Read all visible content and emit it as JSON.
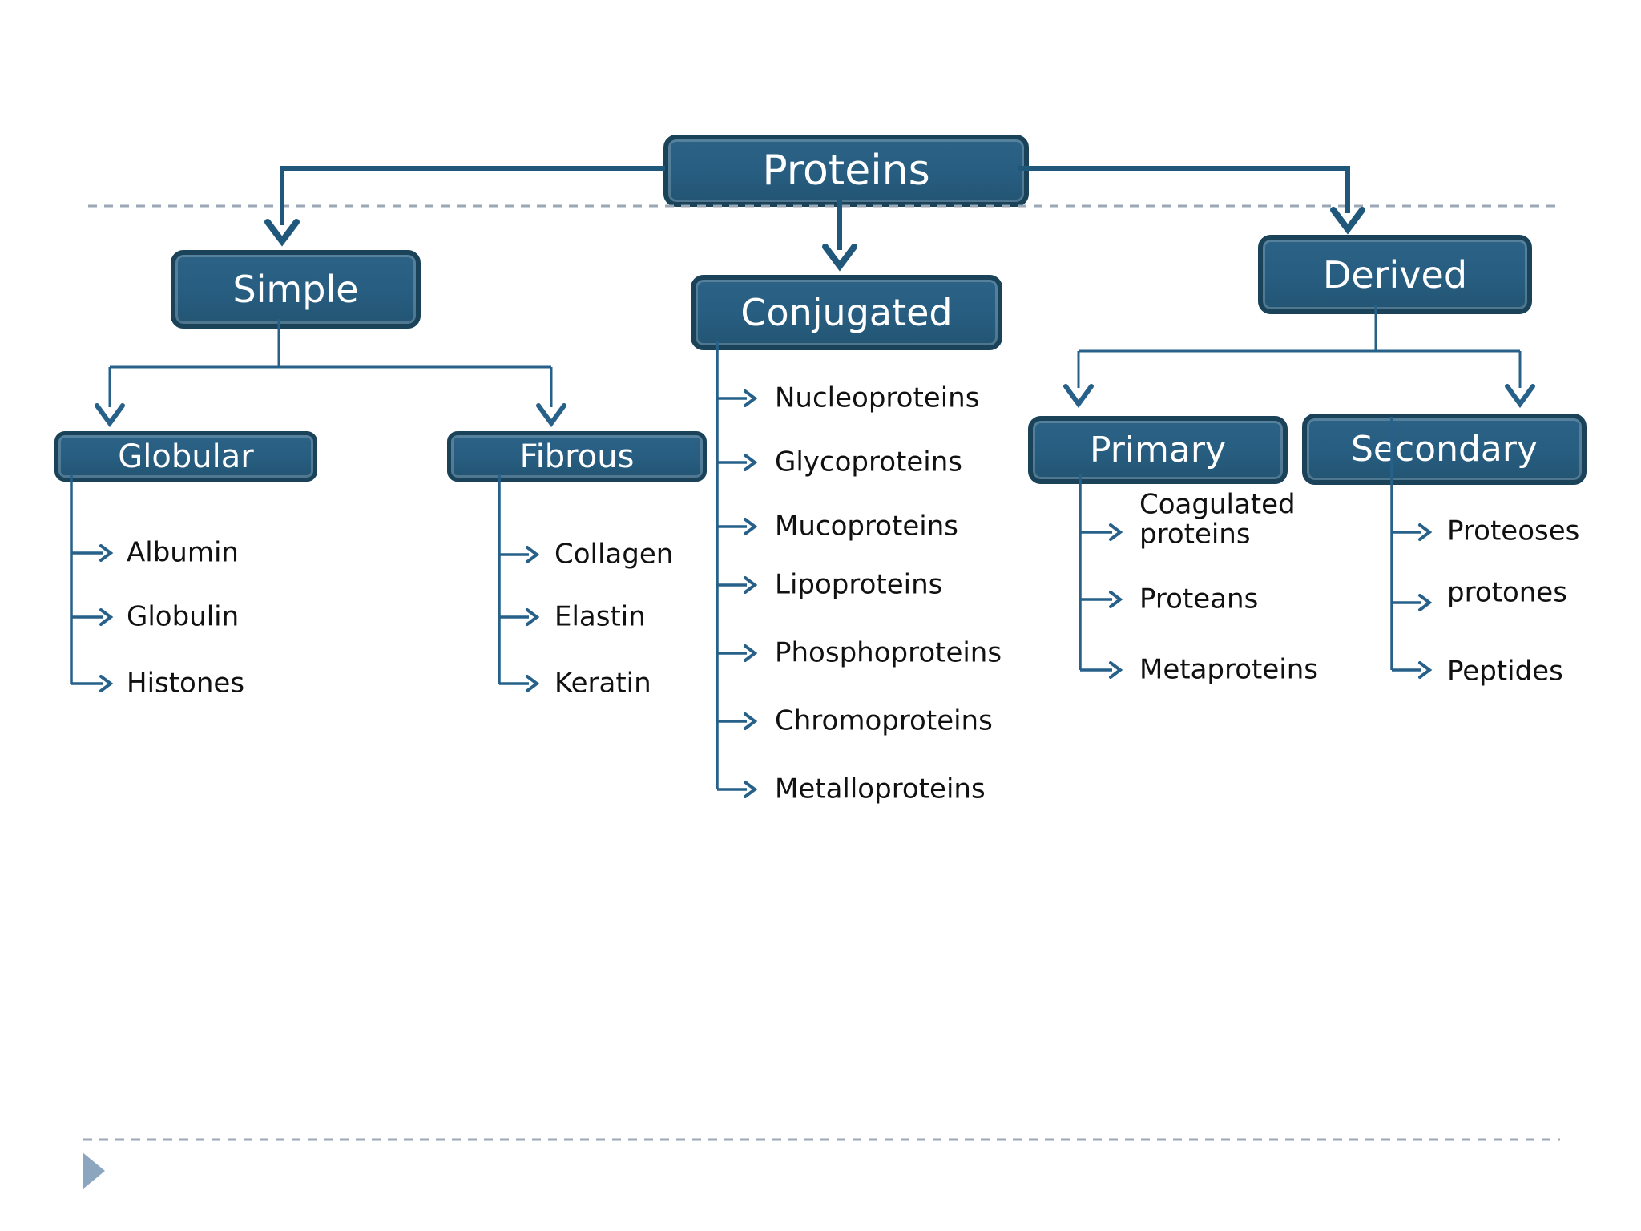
{
  "slide": {
    "root_label": "Proteins",
    "level1": {
      "simple": "Simple",
      "conjugated": "Conjugated",
      "derived": "Derived"
    },
    "level2": {
      "globular": "Globular",
      "fibrous": "Fibrous",
      "primary": "Primary",
      "secondary": "Secondary"
    },
    "lists": {
      "globular": [
        "Albumin",
        "Globulin",
        "Histones"
      ],
      "fibrous": [
        "Collagen",
        "Elastin",
        "Keratin"
      ],
      "conjugated": [
        "Nucleoproteins",
        "Glycoproteins",
        "Mucoproteins",
        "Lipoproteins",
        "Phosphoproteins",
        "Chromoproteins",
        "Metalloproteins"
      ],
      "primary": [
        "Coagulated proteins",
        "Proteans",
        "Metaproteins"
      ],
      "secondary": [
        "Proteoses",
        "protones",
        "Peptides"
      ]
    },
    "colors": {
      "box_fill": "#275d80",
      "box_border": "#1a4258",
      "connector": "#27618a",
      "dashed_line": "#9aa7b4",
      "box_text": "#ffffff",
      "list_text": "#111111",
      "slide_marker": "#8ca6c0"
    }
  }
}
